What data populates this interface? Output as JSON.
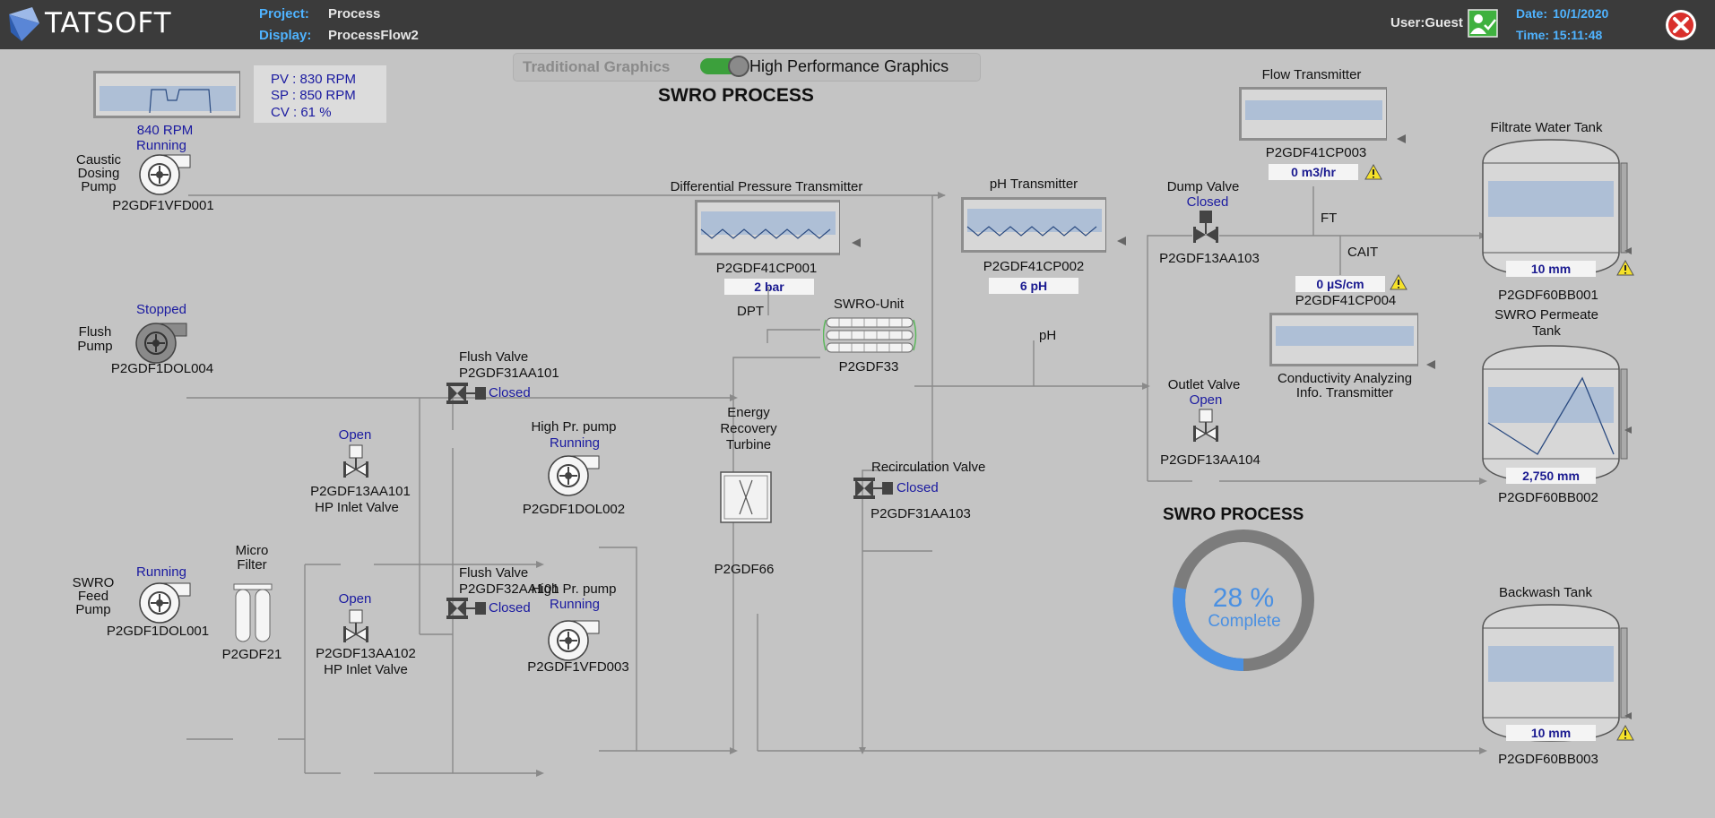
{
  "header": {
    "logo_text": "TATSOFT",
    "project_label": "Project:",
    "project_value": "Process",
    "display_label": "Display:",
    "display_value": "ProcessFlow2",
    "user_text": "User:Guest",
    "date_label": "Date:",
    "date_value": "10/1/2020",
    "time_label": "Time:",
    "time_value": "15:11:48",
    "colors": {
      "bar": "#3b3b3b",
      "label": "#4fb3ff",
      "close": "#d9302c",
      "user_icon": "#3fb13f"
    }
  },
  "toggle": {
    "left_label": "Traditional Graphics",
    "right_label": "High Performance Graphics",
    "state_on": true
  },
  "main_title": "SWRO PROCESS",
  "caustic_dosing": {
    "rpm_value": "840 RPM",
    "status": "Running",
    "name": "Caustic\nDosing\nPump",
    "tag": "P2GDF1VFD001",
    "info": {
      "pv": "PV : 830 RPM",
      "sp": "SP : 850 RPM",
      "cv": "CV : 61 %"
    }
  },
  "flush_pump": {
    "status": "Stopped",
    "name": "Flush\nPump",
    "tag": "P2GDF1DOL004"
  },
  "feed_pump": {
    "status": "Running",
    "name": "SWRO\nFeed\nPump",
    "tag": "P2GDF1DOL001"
  },
  "micro_filter": {
    "name": "Micro\nFilter",
    "tag": "P2GDF21"
  },
  "hp_inlet_valve_1": {
    "status": "Open",
    "tag": "P2GDF13AA101",
    "name": "HP Inlet Valve"
  },
  "hp_inlet_valve_2": {
    "status": "Open",
    "tag": "P2GDF13AA102",
    "name": "HP Inlet Valve"
  },
  "flush_valve_1": {
    "name": "Flush Valve",
    "tag": "P2GDF31AA101",
    "status": "Closed"
  },
  "flush_valve_2": {
    "name": "Flush Valve",
    "tag": "P2GDF32AA101",
    "status": "Closed"
  },
  "hp_pump_1": {
    "name": "High Pr. pump",
    "status": "Running",
    "tag": "P2GDF1DOL002"
  },
  "hp_pump_2": {
    "name": "High Pr. pump",
    "status": "Running",
    "tag": "P2GDF1VFD003"
  },
  "energy_turbine": {
    "name": "Energy\nRecovery\nTurbine",
    "tag": "P2GDF66"
  },
  "recirc_valve": {
    "name": "Recirculation Valve",
    "status": "Closed",
    "tag": "P2GDF31AA103"
  },
  "dp_transmitter": {
    "name": "Differential Pressure Transmitter",
    "tag": "P2GDF41CP001",
    "value": "2 bar",
    "line_label": "DPT"
  },
  "swro_unit": {
    "name": "SWRO-Unit",
    "tag": "P2GDF33"
  },
  "ph_transmitter": {
    "name": "pH Transmitter",
    "tag": "P2GDF41CP002",
    "value": "6 pH",
    "line_label": "pH"
  },
  "flow_transmitter": {
    "name": "Flow Transmitter",
    "tag": "P2GDF41CP003",
    "value": "0 m3/hr",
    "line_label": "FT"
  },
  "dump_valve": {
    "name": "Dump Valve",
    "status": "Closed",
    "tag": "P2GDF13AA103"
  },
  "cond_transmitter": {
    "line_label": "CAIT",
    "value": "0 µS/cm",
    "tag": "P2GDF41CP004",
    "name": "Conductivity Analyzing\nInfo. Transmitter"
  },
  "outlet_valve": {
    "name": "Outlet Valve",
    "status": "Open",
    "tag": "P2GDF13AA104"
  },
  "filtrate_tank": {
    "name": "Filtrate Water Tank",
    "value": "10 mm",
    "tag": "P2GDF60BB001"
  },
  "permeate_tank": {
    "name": "SWRO Permeate\nTank",
    "value": "2,750 mm",
    "tag": "P2GDF60BB002"
  },
  "backwash_tank": {
    "name": "Backwash Tank",
    "value": "10 mm",
    "tag": "P2GDF60BB003"
  },
  "progress": {
    "title": "SWRO PROCESS",
    "percent_text": "28 %",
    "label": "Complete",
    "fraction": 0.28,
    "color": "#4a90e2"
  }
}
